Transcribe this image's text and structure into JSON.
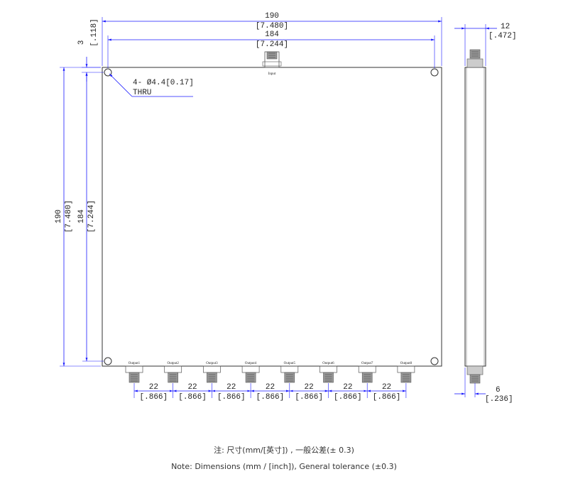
{
  "dimensions": {
    "overall_width": "190",
    "overall_width_in": "[7.480]",
    "hole_spacing_x": "184",
    "hole_spacing_x_in": "[7.244]",
    "hole_offset": "3",
    "hole_offset_in": "[.118]",
    "overall_height": "190",
    "overall_height_in": "[7.480]",
    "hole_spacing_y": "184",
    "hole_spacing_y_in": "[7.244]",
    "thickness": "12",
    "thickness_in": "[.472]",
    "connector_offset": "6",
    "connector_offset_in": "[.236]",
    "output_pitch": "22",
    "output_pitch_in": "[.866]"
  },
  "holes_callout": {
    "line1": "4- Ø4.4[0.17]",
    "line2": "THRU"
  },
  "ports": {
    "input": "Input",
    "outputs": [
      "Output1",
      "Output2",
      "Output3",
      "Output4",
      "Output5",
      "Output6",
      "Output7",
      "Output8"
    ]
  },
  "notes": {
    "chinese": "注: 尺寸(mm/[英寸]) , 一般公差(± 0.3)",
    "english": "Note: Dimensions (mm / [inch]), General tolerance (±0.3)"
  },
  "colors": {
    "outline": "#333333",
    "dimension": "#1a1aff",
    "connector": "#555555"
  }
}
